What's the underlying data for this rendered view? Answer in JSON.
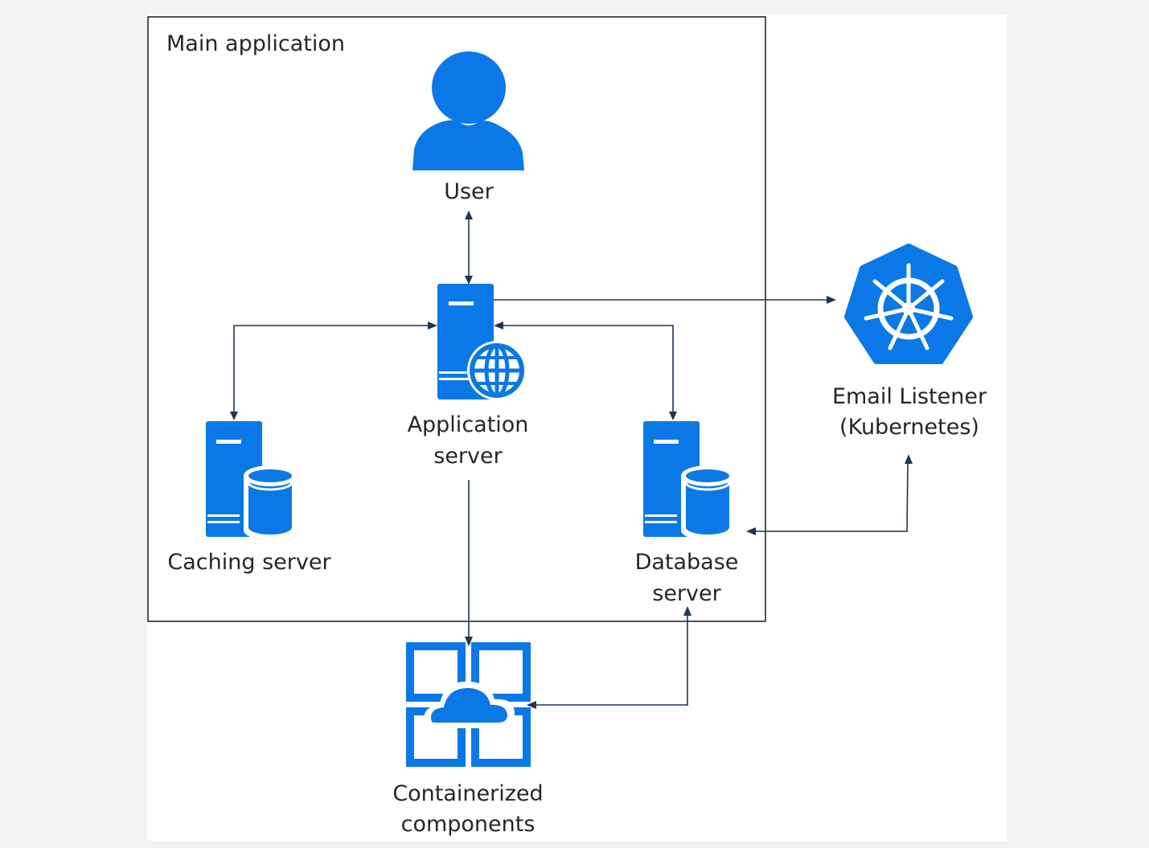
{
  "group": {
    "label": "Main application"
  },
  "nodes": {
    "user": {
      "label": "User",
      "icon": "user-icon"
    },
    "app_server": {
      "label_line1": "Application",
      "label_line2": "server",
      "icon": "web-server-icon"
    },
    "caching_server": {
      "label": "Caching server",
      "icon": "database-server-icon"
    },
    "database_server": {
      "label_line1": "Database",
      "label_line2": "server",
      "icon": "database-server-icon"
    },
    "email_listener": {
      "label_line1": "Email Listener",
      "label_line2": "(Kubernetes)",
      "icon": "kubernetes-icon"
    },
    "containers": {
      "label_line1": "Containerized",
      "label_line2": "components",
      "icon": "container-cloud-icon"
    }
  },
  "colors": {
    "icon_blue": "#0b78e8",
    "connector": "#1f3553",
    "text": "#262626"
  }
}
